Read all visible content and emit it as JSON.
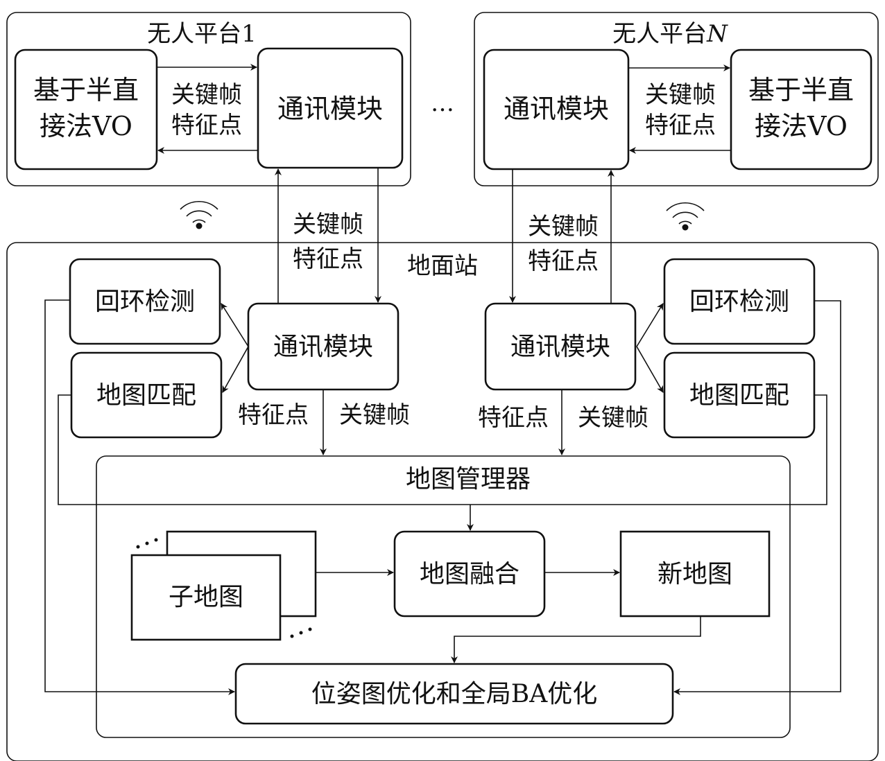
{
  "platform1": {
    "title": "无人平台1",
    "vo": [
      "基于半直",
      "接法VO"
    ],
    "comm": "通讯模块",
    "link": [
      "关键帧",
      "特征点"
    ]
  },
  "ellipsis": "…",
  "platformN": {
    "title_prefix": "无人平台",
    "title_suffix": "N",
    "vo": [
      "基于半直",
      "接法VO"
    ],
    "comm": "通讯模块",
    "link": [
      "关键帧",
      "特征点"
    ]
  },
  "uplink_left": [
    "关键帧",
    "特征点"
  ],
  "uplink_right": [
    "关键帧",
    "特征点"
  ],
  "ground": {
    "title": "地面站",
    "left": {
      "loop": "回环检测",
      "match": "地图匹配",
      "comm": "通讯模块",
      "feat": "特征点",
      "kf": "关键帧"
    },
    "right": {
      "loop": "回环检测",
      "match": "地图匹配",
      "comm": "通讯模块",
      "feat": "特征点",
      "kf": "关键帧"
    },
    "manager": {
      "title": "地图管理器",
      "submap": "子地图",
      "fusion": "地图融合",
      "newmap": "新地图",
      "optimize": "位姿图优化和全局BA优化"
    }
  },
  "icons": {
    "wifi_left": "wifi-icon",
    "wifi_right": "wifi-icon"
  },
  "colors": {
    "stroke": "#111111",
    "background": "#ffffff"
  }
}
